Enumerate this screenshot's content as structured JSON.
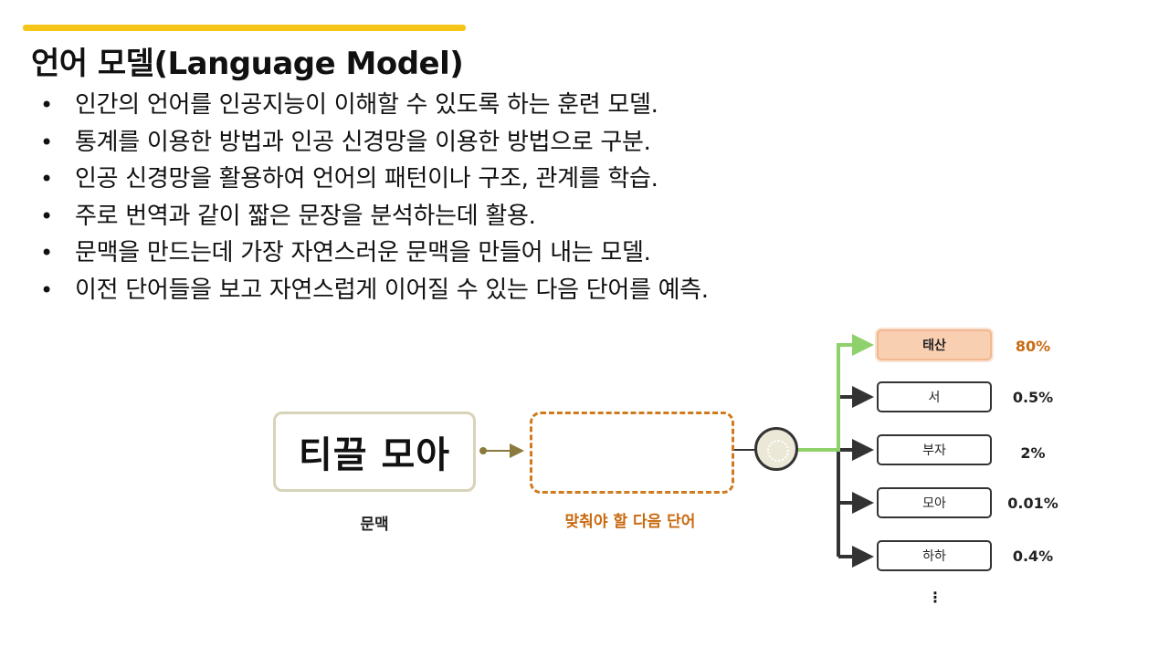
{
  "title": "언어 모델(Language Model)",
  "bullets": [
    "인간의 언어를 인공지능이 이해할 수 있도록 하는 훈련 모델.",
    "통계를 이용한 방법과 인공 신경망을 이용한 방법으로 구분.",
    "인공 신경망을 활용하여 언어의 패턴이나 구조, 관계를 학습.",
    "주로 번역과 같이 짧은 문장을 분석하는데 활용.",
    "문맥을 만드는데 가장 자연스러운 문맥을 만들어 내는 모델.",
    "이전 단어들을 보고 자연스럽게 이어질 수 있는 다음 단어를 예측."
  ],
  "bullet_symbol": "•",
  "diagram": {
    "context_text": "티끌 모아",
    "context_label": "문맥",
    "target_label": "맞춰야 할 다음 단어",
    "candidates": [
      {
        "word": "태산",
        "prob": "80%",
        "selected": true
      },
      {
        "word": "서",
        "prob": "0.5%",
        "selected": false
      },
      {
        "word": "부자",
        "prob": "2%",
        "selected": false
      },
      {
        "word": "모아",
        "prob": "0.01%",
        "selected": false
      },
      {
        "word": "하하",
        "prob": "0.4%",
        "selected": false
      }
    ],
    "ellipsis": "⋮"
  },
  "colors": {
    "accent": "#f5c518",
    "highlight_fill": "#f9cfb2",
    "highlight_text": "#c96a10",
    "selected_arrow": "#8fd16a",
    "arrow": "#333333",
    "context_arrow": "#8a7a3c"
  }
}
